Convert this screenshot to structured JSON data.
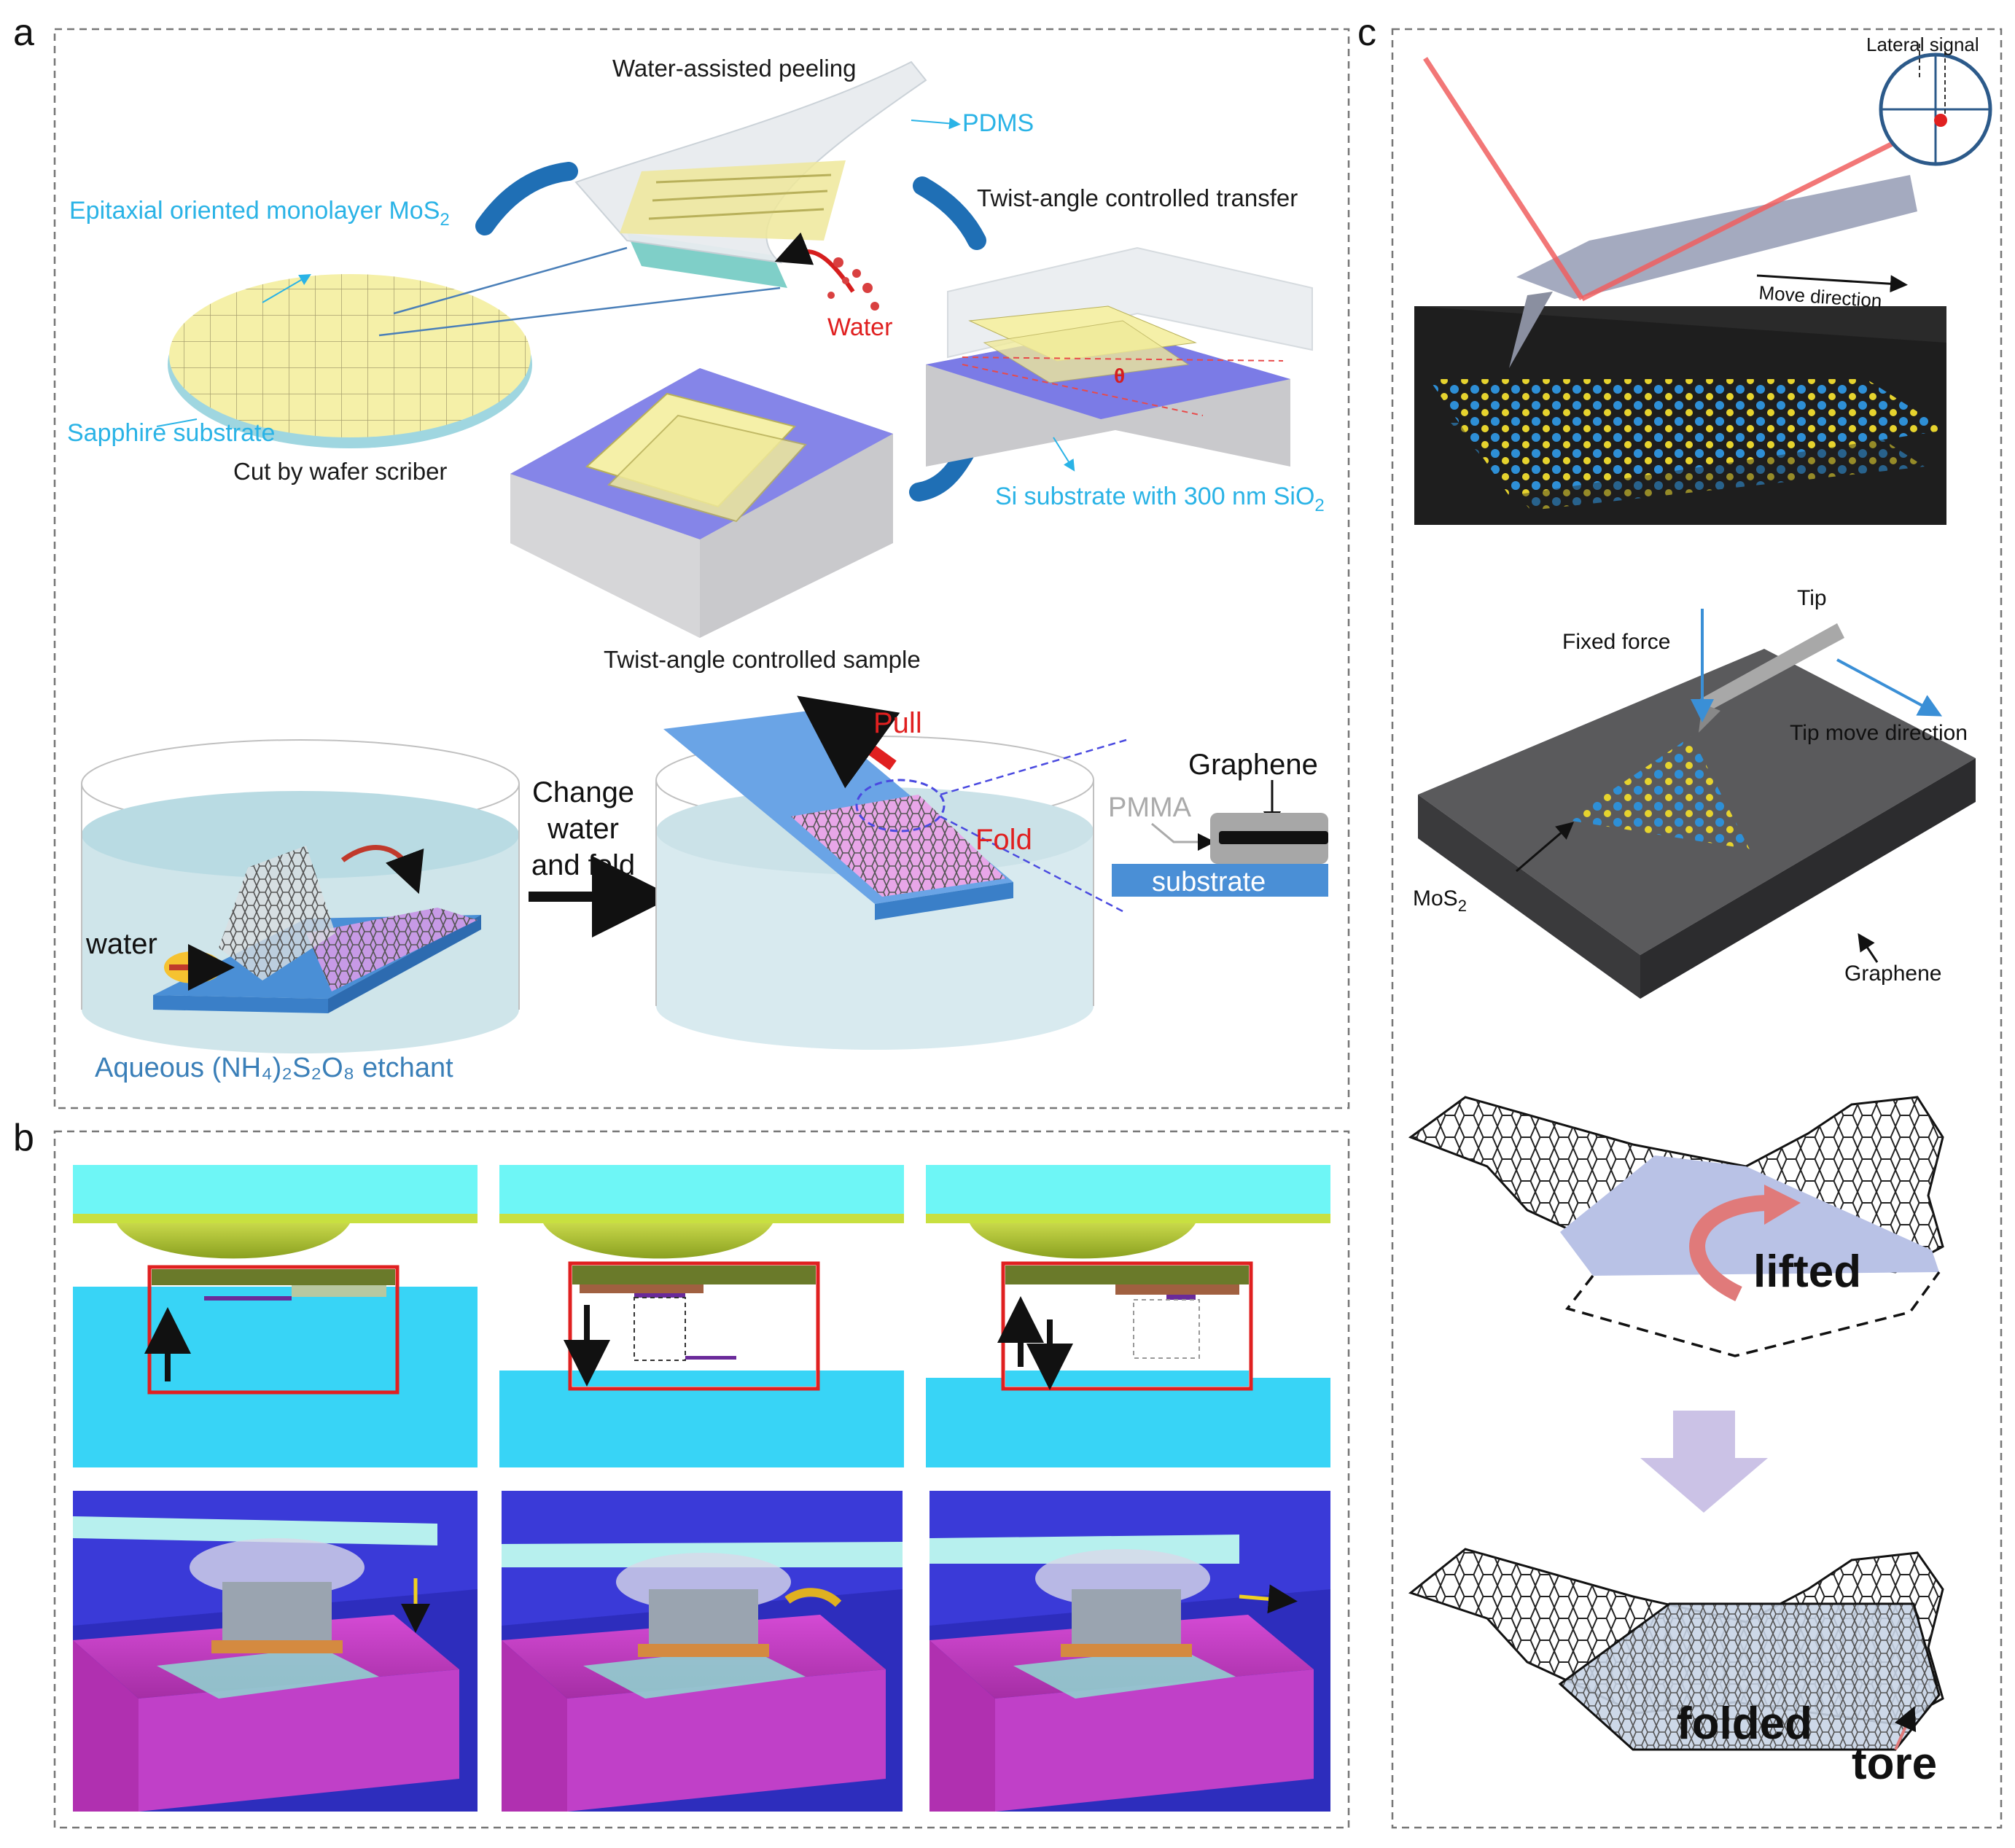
{
  "panels": {
    "a": {
      "letter": "a",
      "water_assisted_peeling": "Water-assisted peeling",
      "pdms": "PDMS",
      "epitaxial": "Epitaxial oriented monolayer MoS",
      "epitaxial_sub": "2",
      "twist_transfer": "Twist-angle controlled transfer",
      "water": "Water",
      "theta": "θ",
      "sapphire": "Sapphire substrate",
      "cut_by": "Cut by wafer scriber",
      "si_substrate": "Si substrate with 300 nm SiO",
      "si_substrate_sub": "2",
      "twist_sample": "Twist-angle controlled sample",
      "change_water_1": "Change",
      "change_water_2": "water",
      "change_water_3": "and fold",
      "pull": "Pull",
      "fold": "Fold",
      "graphene": "Graphene",
      "pmma": "PMMA",
      "substrate": "substrate",
      "water_lower": "water",
      "etchant": "Aqueous (NH₄)₂S₂O₈ etchant"
    },
    "b": {
      "letter": "b"
    },
    "c": {
      "letter": "c",
      "lateral_signal": "Lateral signal",
      "move_direction": "Move direction",
      "tip": "Tip",
      "fixed_force": "Fixed force",
      "tip_move_direction": "Tip move direction",
      "mos2": "MoS",
      "mos2_sub": "2",
      "graphene": "Graphene",
      "lifted": "lifted",
      "folded": "folded",
      "tore": "tore"
    }
  },
  "colors": {
    "wafer": "#f5f0a8",
    "pdms": "#e8ecef",
    "sio2": "#7b7be6",
    "si": "#c9c9cc",
    "water": "#cfe5ea",
    "substrate_blue": "#4a8fd6",
    "cyan": "#38d4f6",
    "magenta": "#c83cc8",
    "arrow_blue": "#1f6fb5",
    "red": "#e02020"
  }
}
